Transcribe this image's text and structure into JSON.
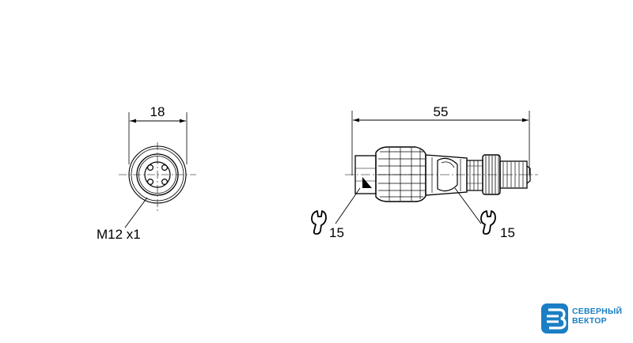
{
  "front_view": {
    "width_dim": "18",
    "thread_label": "M12 x1"
  },
  "side_view": {
    "length_dim": "55",
    "wrench_left": "15",
    "wrench_right": "15"
  },
  "logo": {
    "line1": "СЕВЕРНЫЙ",
    "line2": "ВЕКТОР",
    "color": "#1a7fc4"
  }
}
